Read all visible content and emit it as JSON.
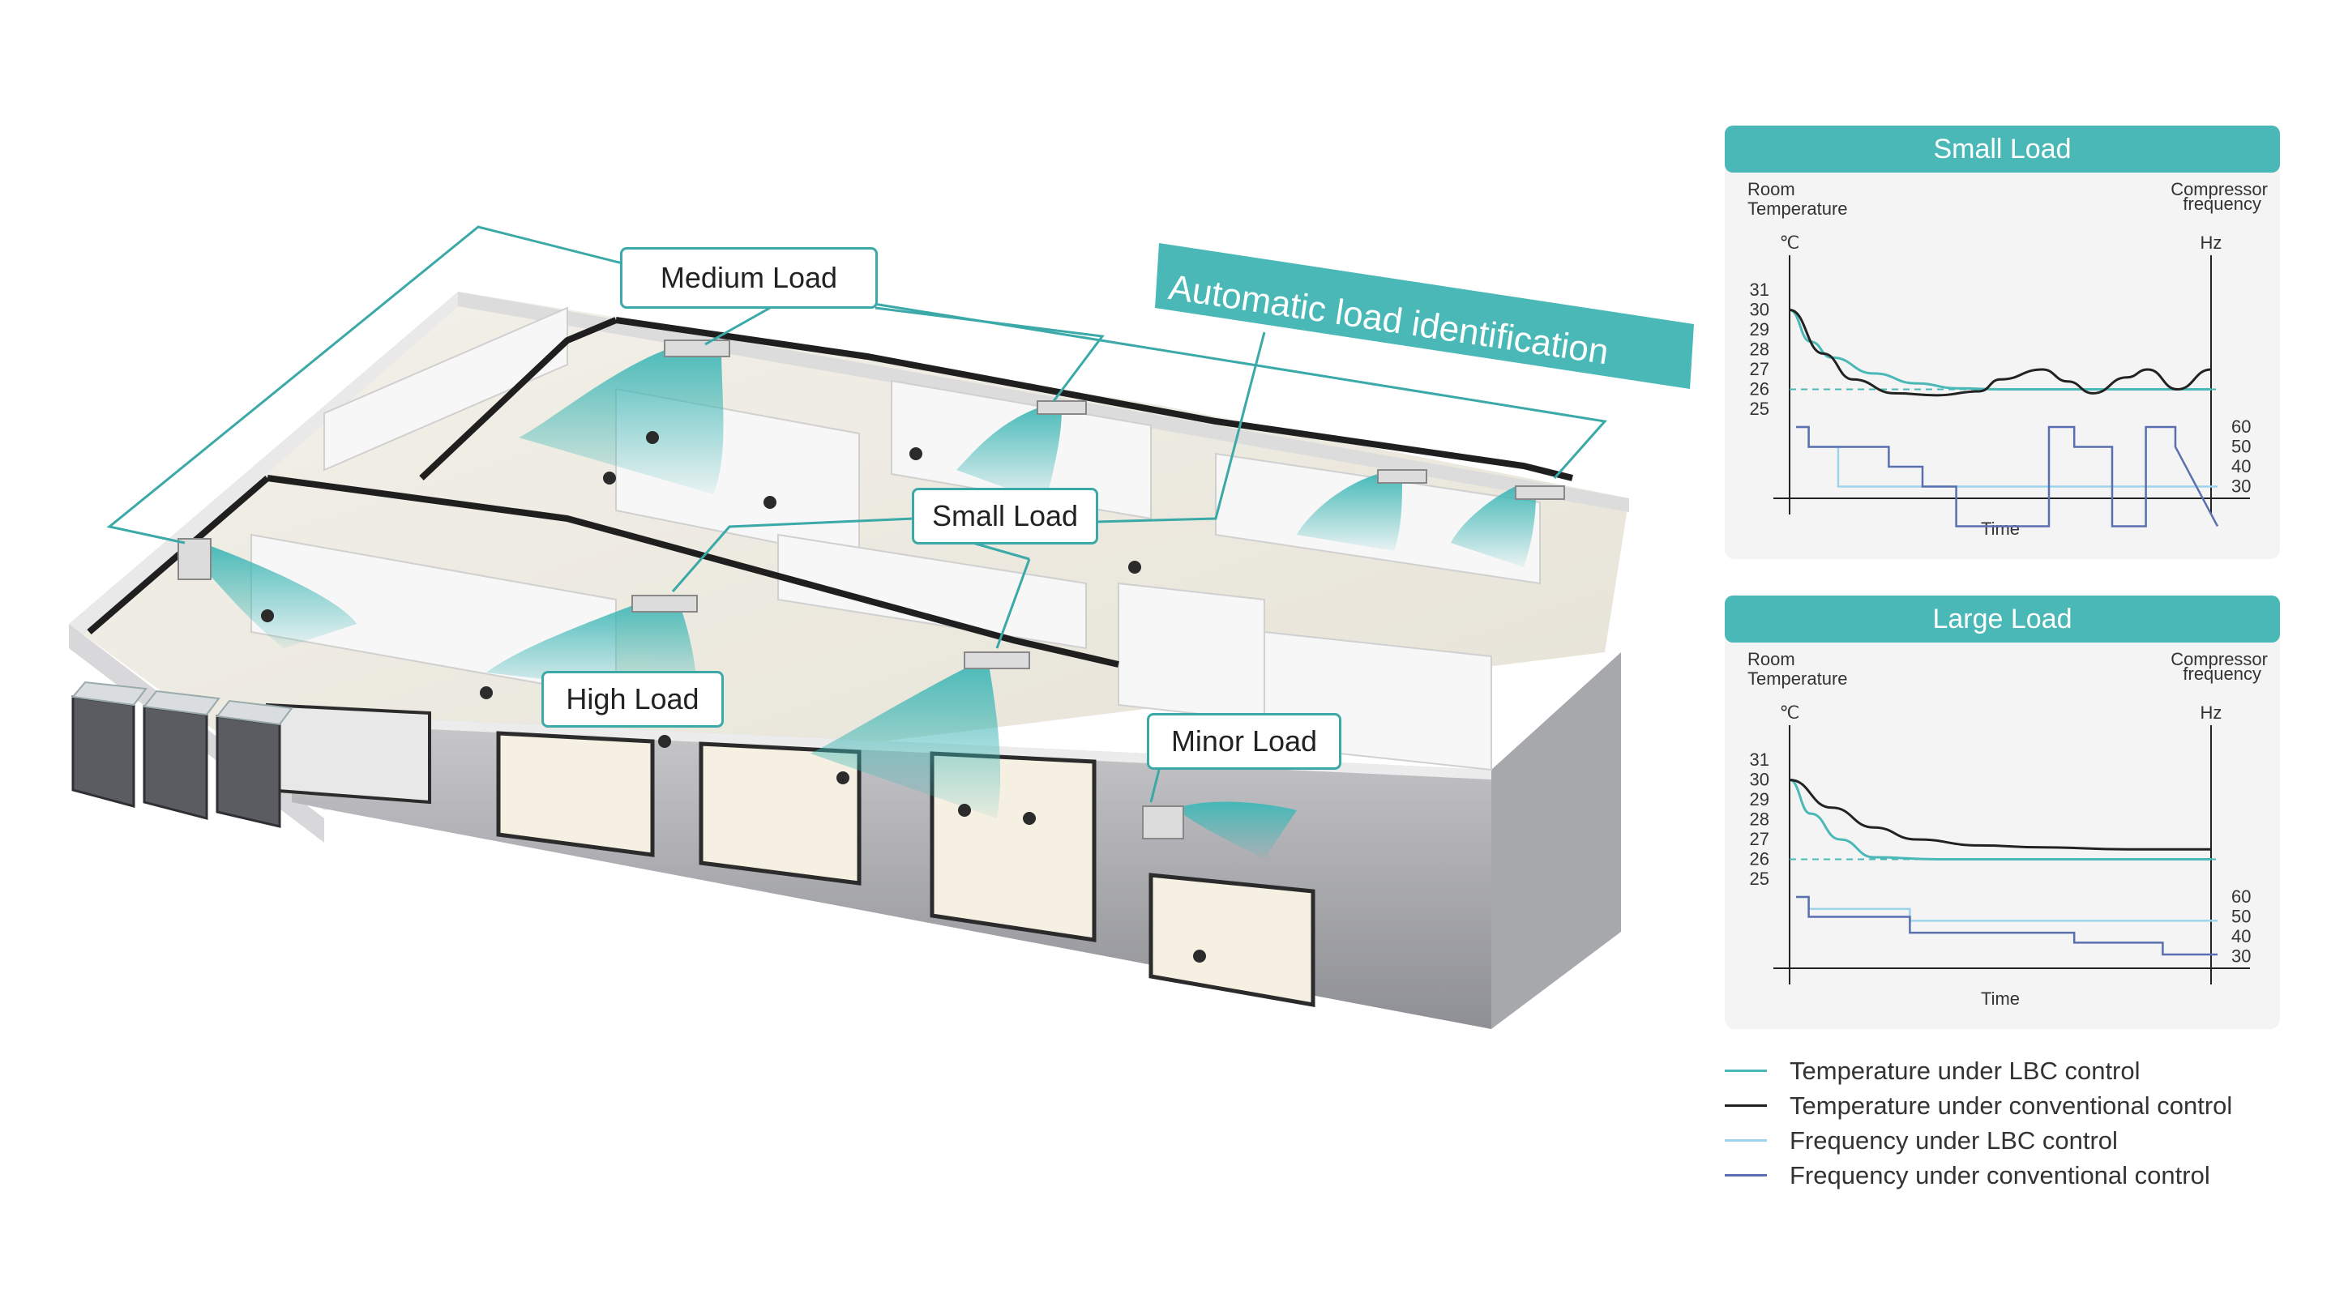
{
  "callouts": {
    "medium": "Medium Load",
    "small": "Small Load",
    "high": "High Load",
    "minor": "Minor Load",
    "banner": "Automatic load identification"
  },
  "colors": {
    "teal": "#4ab8b7",
    "dark_teal": "#3aa9a8",
    "light_blue": "#9fd3ec",
    "navy": "#5a6fb0",
    "black": "#222222"
  },
  "chart_data": [
    {
      "type": "line",
      "title": "Small Load",
      "ylabel_left": "Room Temperature",
      "ylabel_left_unit": "℃",
      "ylabel_right": "Compressor frequency",
      "ylabel_right_unit": "Hz",
      "xlabel": "Time",
      "left_ticks": [
        "31",
        "30",
        "29",
        "28",
        "27",
        "26",
        "25"
      ],
      "right_ticks": [
        "60",
        "50",
        "40",
        "30"
      ],
      "setpoint": 26,
      "series": [
        {
          "name": "Temperature under LBC control",
          "axis": "left",
          "x": [
            0,
            0.05,
            0.1,
            0.2,
            0.3,
            0.4,
            0.5,
            1.0
          ],
          "y": [
            30,
            28.4,
            27.6,
            26.8,
            26.3,
            26.05,
            26,
            26
          ]
        },
        {
          "name": "Temperature under conventional control",
          "axis": "left",
          "x": [
            0,
            0.08,
            0.15,
            0.25,
            0.35,
            0.45,
            0.5,
            0.6,
            0.66,
            0.72,
            0.8,
            0.85,
            0.92,
            1.0
          ],
          "y": [
            30,
            27.8,
            26.5,
            25.8,
            25.7,
            25.9,
            26.5,
            27,
            26.4,
            25.8,
            26.6,
            27,
            26,
            27
          ]
        },
        {
          "name": "Frequency under LBC control",
          "axis": "right",
          "x": [
            0,
            0.03,
            0.03,
            0.1,
            0.1,
            1.0
          ],
          "y": [
            60,
            60,
            50,
            50,
            30,
            30
          ]
        },
        {
          "name": "Frequency under conventional control",
          "axis": "right",
          "x": [
            0,
            0.03,
            0.03,
            0.22,
            0.22,
            0.3,
            0.3,
            0.38,
            0.38,
            0.45,
            0.45,
            0.5,
            0.5,
            0.6,
            0.6,
            0.66,
            0.66,
            0.75,
            0.75,
            0.83,
            0.83,
            0.9,
            0.9,
            1.0
          ],
          "y": [
            60,
            60,
            50,
            50,
            40,
            40,
            30,
            30,
            10,
            10,
            10,
            10,
            10,
            10,
            60,
            60,
            50,
            50,
            10,
            10,
            60,
            60,
            50,
            10
          ]
        }
      ]
    },
    {
      "type": "line",
      "title": "Large Load",
      "ylabel_left": "Room Temperature",
      "ylabel_left_unit": "℃",
      "ylabel_right": "Compressor frequency",
      "ylabel_right_unit": "Hz",
      "xlabel": "Time",
      "left_ticks": [
        "31",
        "30",
        "29",
        "28",
        "27",
        "26",
        "25"
      ],
      "right_ticks": [
        "60",
        "50",
        "40",
        "30"
      ],
      "setpoint": 26,
      "series": [
        {
          "name": "Temperature under LBC control",
          "axis": "left",
          "x": [
            0,
            0.05,
            0.12,
            0.2,
            0.35,
            0.5,
            1.0
          ],
          "y": [
            30,
            28.3,
            27,
            26.1,
            26,
            26,
            26
          ]
        },
        {
          "name": "Temperature under conventional control",
          "axis": "left",
          "x": [
            0,
            0.1,
            0.2,
            0.3,
            0.45,
            0.6,
            0.8,
            1.0
          ],
          "y": [
            30,
            28.6,
            27.6,
            27,
            26.7,
            26.6,
            26.5,
            26.5
          ]
        },
        {
          "name": "Frequency under LBC control",
          "axis": "right",
          "x": [
            0,
            0.03,
            0.03,
            0.27,
            0.27,
            1.0
          ],
          "y": [
            60,
            60,
            54,
            54,
            48,
            48
          ]
        },
        {
          "name": "Frequency under conventional control",
          "axis": "right",
          "x": [
            0,
            0.03,
            0.03,
            0.27,
            0.27,
            0.66,
            0.66,
            0.87,
            0.87,
            1.0
          ],
          "y": [
            60,
            60,
            50,
            50,
            42,
            42,
            37,
            37,
            31,
            31
          ]
        }
      ]
    }
  ],
  "legend": [
    {
      "label": "Temperature under LBC control",
      "color": "#4ab8b7"
    },
    {
      "label": "Temperature under conventional control",
      "color": "#222222"
    },
    {
      "label": "Frequency under LBC control",
      "color": "#9fd3ec"
    },
    {
      "label": "Frequency under conventional control",
      "color": "#5a6fb0"
    }
  ]
}
